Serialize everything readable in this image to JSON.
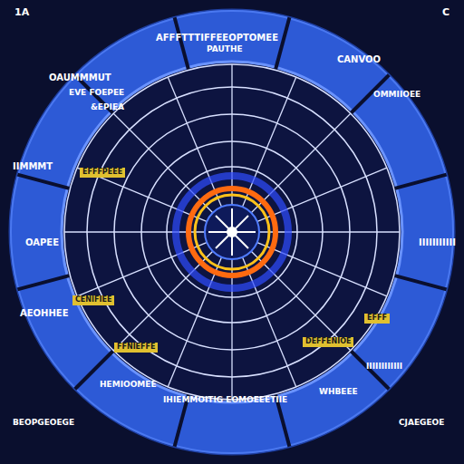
{
  "diagram": {
    "labels": [
      "1A",
      "C",
      "AFFFTTTIFFEEOPTOMEE",
      "PAUTHE",
      "OAUMMMUT",
      "EVE FOEPEE",
      "&EPIEA",
      "EFFFPEEE",
      "CANVOO",
      "OMMIIOEE",
      "IIMMMT",
      "OAPEE",
      "AEOHHEE",
      "IIIIIIIIIII",
      "HEMIOOMEE",
      "IHIEMMOITIG EOMOEEETIIE",
      "WHBEEE",
      "IIIIIIIIIIII",
      "CENIFIEE",
      "FFNIEFFE",
      "EFFF",
      "DEFFENIOE",
      "BEOPGEOEGE",
      "CJAEGEOE"
    ]
  }
}
